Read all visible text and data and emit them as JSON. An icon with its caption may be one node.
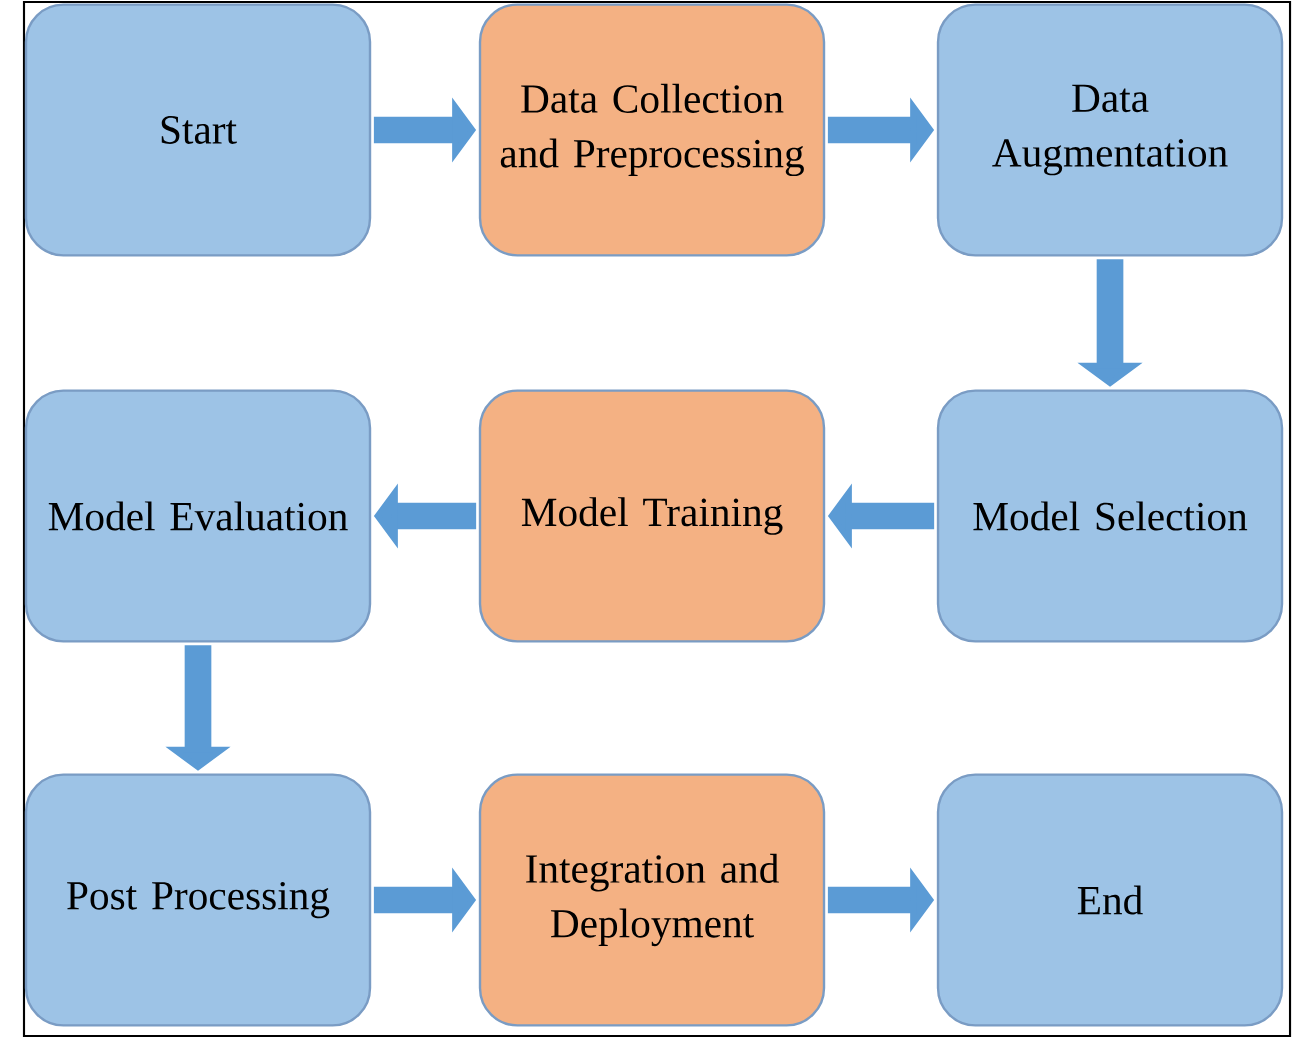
{
  "diagram": {
    "nodes": [
      {
        "text": [
          "Start"
        ]
      },
      {
        "text": [
          "Data Collection and Preprocessing"
        ]
      },
      {
        "text": [
          "Data Augmentation"
        ]
      },
      {
        "text": [
          "Model Evaluation"
        ]
      },
      {
        "text": [
          "Model Training"
        ]
      },
      {
        "text": [
          "Model Selection"
        ]
      },
      {
        "text": [
          "Post Processing"
        ]
      },
      {
        "text": [
          "Integration and Deployment"
        ]
      },
      {
        "text": [
          "End"
        ]
      }
    ],
    "edges": [
      {
        "from": 0,
        "to": 1,
        "arrow": "to"
      },
      {
        "from": 1,
        "to": 2,
        "arrow": "to"
      },
      {
        "from": 2,
        "to": 5,
        "arrow": "to"
      },
      {
        "from": 5,
        "to": 4,
        "arrow": "to"
      },
      {
        "from": 4,
        "to": 3,
        "arrow": "to"
      },
      {
        "from": 3,
        "to": 6,
        "arrow": "to"
      },
      {
        "from": 6,
        "to": 7,
        "arrow": "to"
      },
      {
        "from": 7,
        "to": 8,
        "arrow": "to"
      }
    ]
  }
}
